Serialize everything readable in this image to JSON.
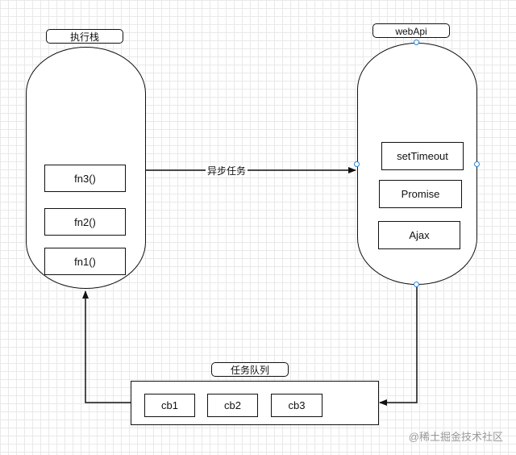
{
  "stack": {
    "title": "执行栈",
    "items": [
      "fn3()",
      "fn2()",
      "fn1()"
    ]
  },
  "webapi": {
    "title": "webApi",
    "items": [
      "setTimeout",
      "Promise",
      "Ajax"
    ]
  },
  "queue": {
    "title": "任务队列",
    "items": [
      "cb1",
      "cb2",
      "cb3"
    ]
  },
  "edge_label": "异步任务",
  "watermark": "@稀土掘金技术社区",
  "colors": {
    "line": "#111111",
    "grid": "#e9e9e9",
    "anchor": "#2b86d6",
    "watermark": "#9a9a9a"
  }
}
